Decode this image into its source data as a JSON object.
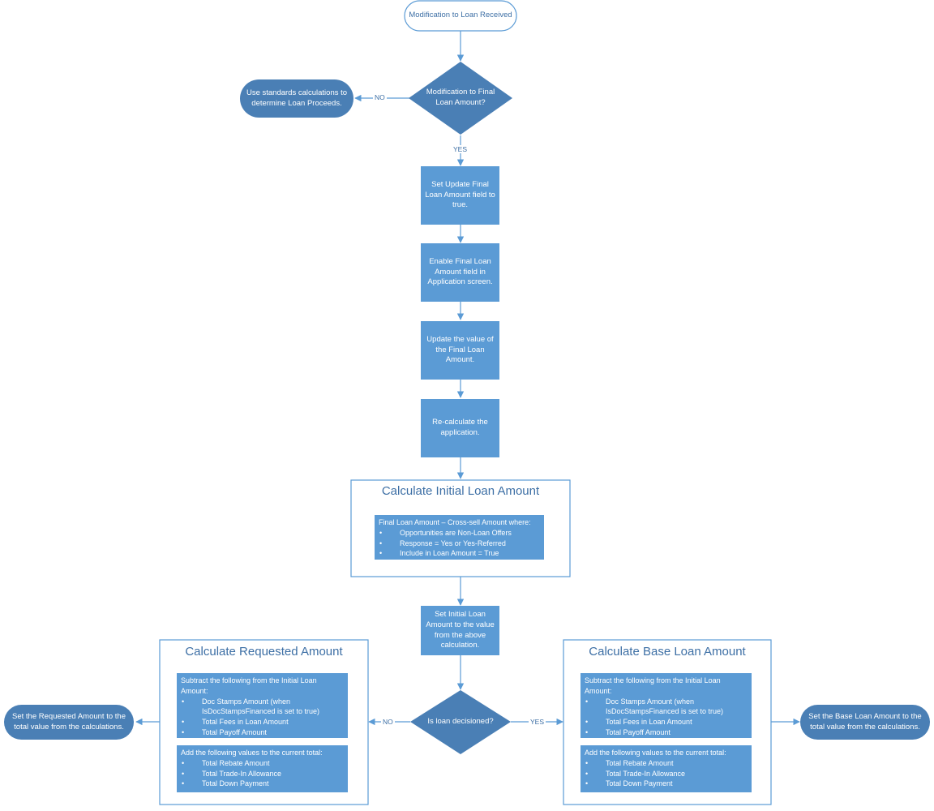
{
  "nodes": {
    "start": "Modification to Loan Received",
    "decision_final": "Modification to Final Loan Amount?",
    "standard_calc": "Use standards calculations to determine Loan Proceeds.",
    "set_update": "Set Update Final Loan Amount field to true.",
    "enable_field": "Enable Final Loan Amount field in Application screen.",
    "update_value": "Update the value of the Final Loan Amount.",
    "recalculate": "Re-calculate the application.",
    "set_initial": "Set Initial Loan Amount to the value from the above calculation.",
    "decision_decisioned": "Is loan decisioned?",
    "set_requested": "Set the Requested Amount to the total value from the calculations.",
    "set_base": "Set the Base Loan Amount to the total value from the calculations."
  },
  "labels": {
    "no_1": "NO",
    "yes_1": "YES",
    "no_2": "NO",
    "yes_2": "YES"
  },
  "initial_box": {
    "title": "Calculate Initial Loan Amount",
    "intro": "Final Loan Amount – Cross-sell Amount where:",
    "items": [
      "Opportunities are Non-Loan Offers",
      "Response = Yes or Yes-Referred",
      "Include in Loan Amount = True"
    ]
  },
  "requested_box": {
    "title": "Calculate Requested Amount",
    "subtract_intro": "Subtract the following from the Initial Loan Amount:",
    "subtract_items": [
      "Doc Stamps Amount (when IsDocStampsFinanced is set to true)",
      "Total Fees in Loan Amount",
      "Total Payoff Amount"
    ],
    "add_intro": "Add the following values to the current total:",
    "add_items": [
      "Total Rebate Amount",
      "Total Trade-In Allowance",
      "Total Down Payment"
    ]
  },
  "base_box": {
    "title": "Calculate Base Loan Amount",
    "subtract_intro": "Subtract the following from the Initial Loan Amount:",
    "subtract_items": [
      "Doc Stamps Amount (when IsDocStampsFinanced is set to true)",
      "Total Fees in Loan Amount",
      "Total Payoff Amount"
    ],
    "add_intro": "Add the following values to the current total:",
    "add_items": [
      "Total Rebate Amount",
      "Total Trade-In Allowance",
      "Total Down Payment"
    ]
  },
  "colors": {
    "process_fill": "#5b9bd5",
    "decision_fill": "#4a7fb5",
    "terminal_fill": "#4a7fb5",
    "line": "#5b9bd5",
    "text_accent": "#3d6fa5"
  }
}
